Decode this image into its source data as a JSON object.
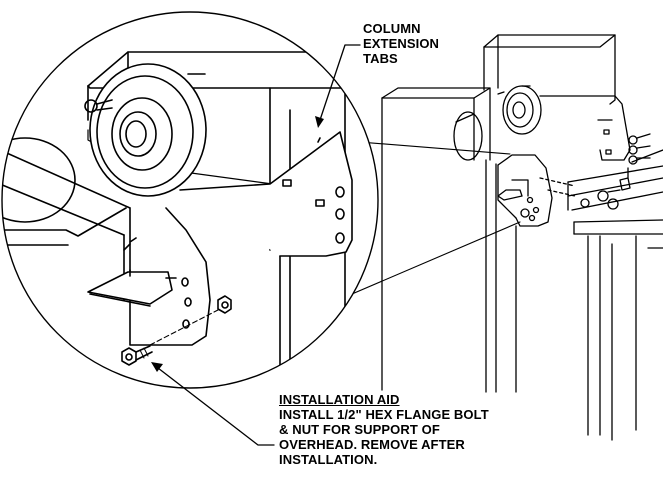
{
  "colors": {
    "ink": "#000000",
    "paper": "#ffffff"
  },
  "callouts": {
    "column_extension": {
      "lines": [
        "COLUMN",
        "EXTENSION",
        "TABS"
      ]
    },
    "installation_aid": {
      "heading": "INSTALLATION AID",
      "lines": [
        "INSTALL 1/2\" HEX FLANGE BOLT",
        "& NUT FOR SUPPORT OF",
        "OVERHEAD. REMOVE AFTER",
        "INSTALLATION."
      ]
    }
  }
}
